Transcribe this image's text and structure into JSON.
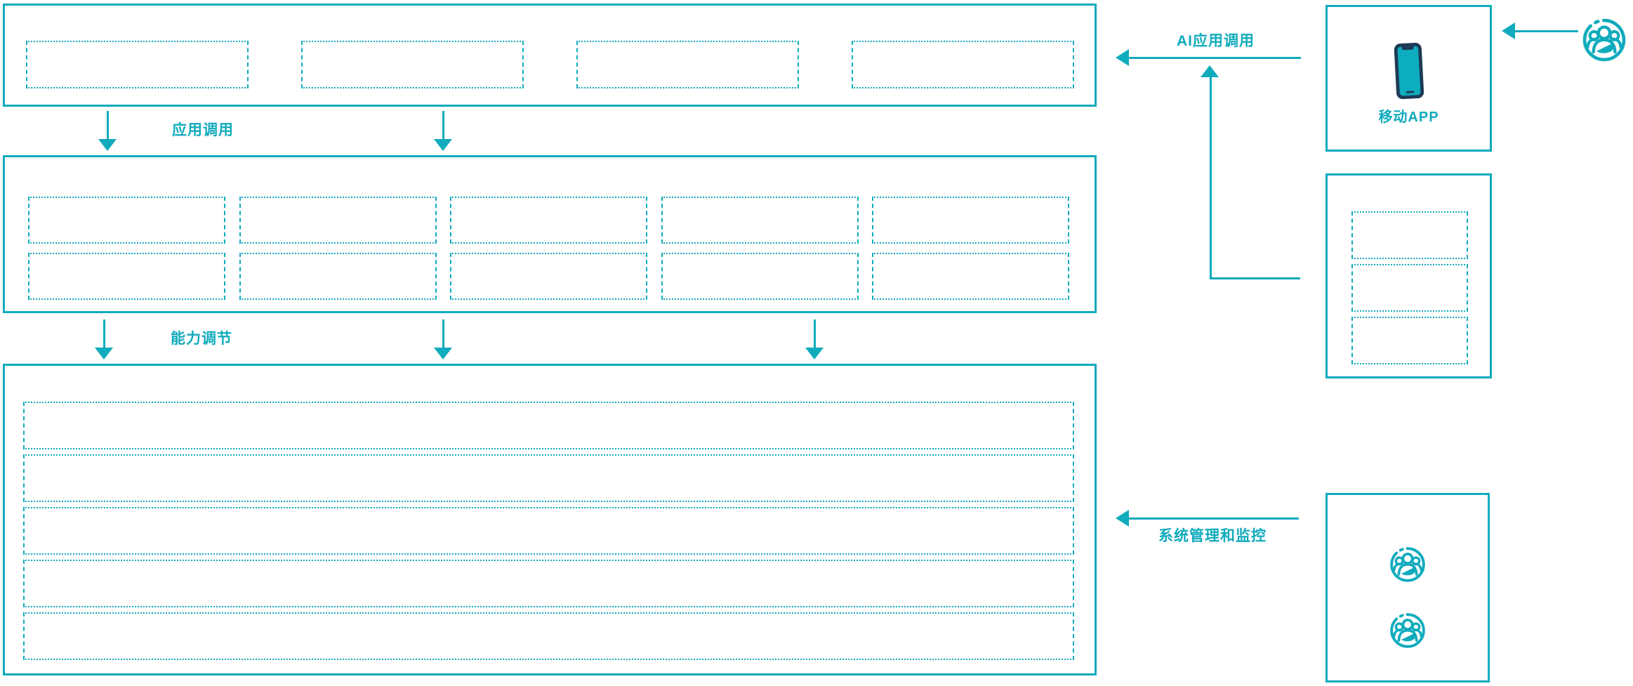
{
  "colors": {
    "accent": "#10abbc",
    "phone_body": "#1e3a54",
    "phone_screen": "#0cadbe",
    "background": "#ffffff"
  },
  "labels": {
    "app_call": "应用调用",
    "capability_adjust": "能力调节",
    "ai_app_call": "AI应用调用",
    "system_management": "系统管理和监控",
    "mobile_app": "移动APP"
  },
  "icons": {
    "users_group": "users-group-icon",
    "smartphone": "smartphone-icon"
  },
  "structure": {
    "top_layer_placeholders": 4,
    "middle_layer_rows": 2,
    "middle_layer_cols": 5,
    "bottom_layer_rows": 5,
    "right_panel_placeholders": 3,
    "admin_panel_user_icons": 2
  }
}
